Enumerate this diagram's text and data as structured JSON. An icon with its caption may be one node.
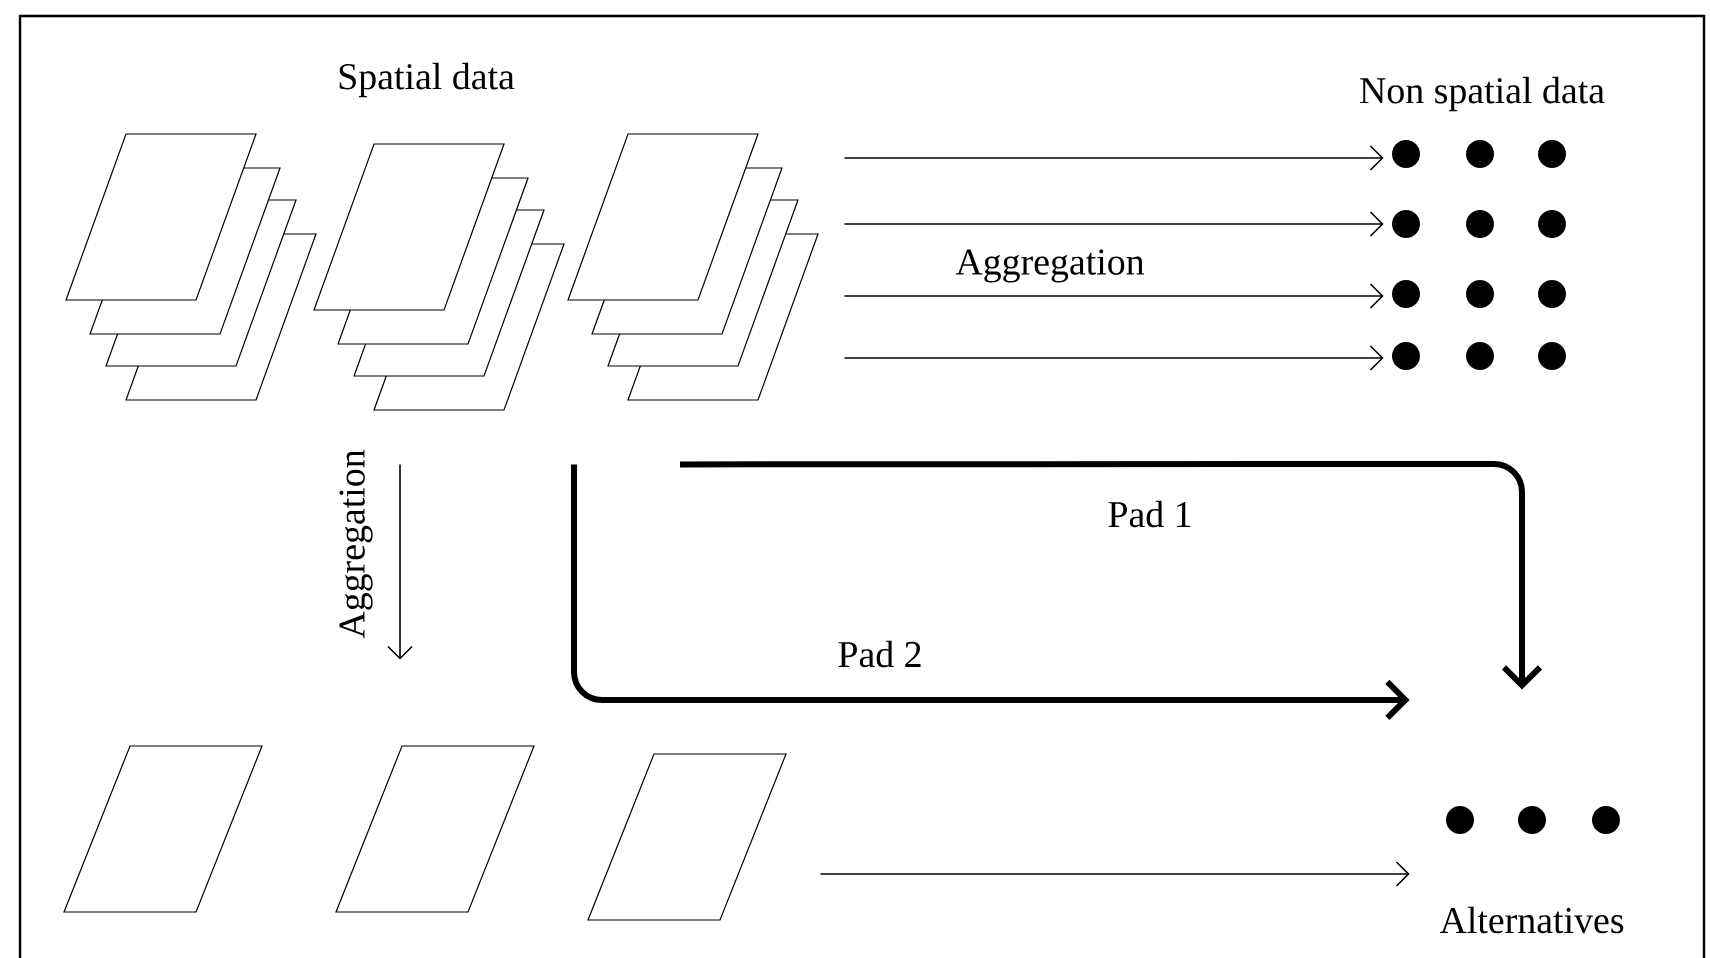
{
  "diagram": {
    "nodes": [
      {
        "text": [
          "Spatial data"
        ]
      },
      {
        "text": [
          "Non spatial data"
        ]
      },
      {
        "text": [],
        "shape": "parallelogram"
      },
      {
        "text": [
          "Alternatives"
        ]
      }
    ],
    "edges": [
      {
        "from": 0,
        "to": 1,
        "arrow": "to"
      },
      {
        "from": 0,
        "to": 1,
        "arrow": "to"
      },
      {
        "from": 0,
        "to": 1,
        "arrow": "to",
        "label": "Aggregation"
      },
      {
        "from": 0,
        "to": 1,
        "arrow": "to"
      },
      {
        "from": 0,
        "to": 2,
        "arrow": "to",
        "label": "Aggregation"
      },
      {
        "from": 0,
        "to": 3,
        "arrow": "to",
        "label": "Pad 1",
        "style": "thick"
      },
      {
        "from": 0,
        "to": 3,
        "arrow": "to",
        "label": "Pad 2",
        "style": "thick"
      },
      {
        "from": 2,
        "to": 3,
        "arrow": "to"
      }
    ]
  }
}
